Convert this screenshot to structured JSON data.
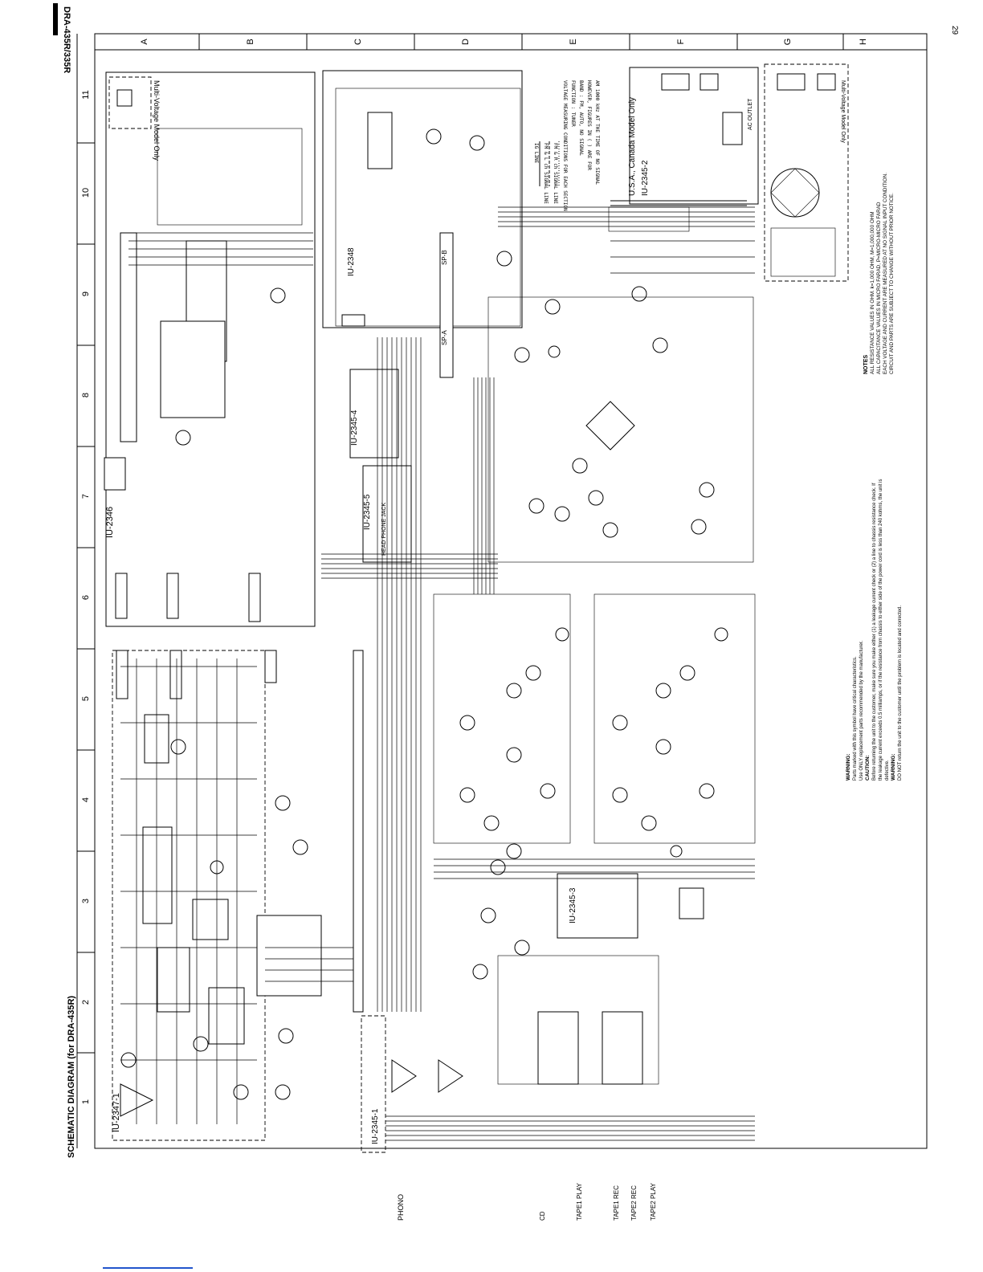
{
  "header": {
    "model_title": "DRA-435R/335R",
    "page_number": "29",
    "diagram_title": "SCHEMATIC DIAGRAM (for DRA-435R)"
  },
  "grid": {
    "columns": [
      "A",
      "B",
      "C",
      "D",
      "E",
      "F",
      "G",
      "H"
    ],
    "rows": [
      "1",
      "2",
      "3",
      "4",
      "5",
      "6",
      "7",
      "8",
      "9",
      "10",
      "11"
    ]
  },
  "boards": {
    "iu_2347_1": "IU-2347-1",
    "iu_2346": "IU-2346",
    "iu_2348": "IU-2348",
    "iu_2345_1": "IU-2345-1",
    "iu_2345_2": "IU-2345-2",
    "iu_2345_3": "IU-2345-3",
    "iu_2345_4": "IU-2345-4",
    "iu_2345_5": "IU-2345-5",
    "multi_voltage_only": "Multi-Voltage Model Only",
    "usa_canada_only": "U.S.A., Canada Model Only",
    "multi_voltage_only_2": "Multi-Voltage Model Only"
  },
  "legend": {
    "line1": "IG LINE",
    "line2": "FM & L ch SIGNAL LINE",
    "line3": "FM & R ch SIGNAL LINE",
    "line4": "VOLTAGE MEASURING CONDITIONS FOR EACH SECTION",
    "line5": "FUNCTION : TUNER",
    "line6": "BAND : FM, AUTO, NO SIGNAL",
    "line7": "HOWEVER, FIGURES IN ( ) ARE FOR",
    "line8": "AM 1000 kHz AT THE TIME OF NO SIGNAL"
  },
  "notes": {
    "heading": "NOTES",
    "line1": "ALL RESISTANCE VALUES IN OHM. k=1,000 OHM, M=1,000,000 OHM",
    "line2": "ALL CAPACITANCE VALUES IN MICRO FARAD, P=MICRO-MICRO FARAD",
    "line3": "EACH VOLTAGE AND CURRENT ARE MEASURED AT NO SIGNAL INPUT CONDITION.",
    "line4": "CIRCUIT AND PARTS ARE SUBJECT TO CHANGE WITHOUT PRIOR NOTICE."
  },
  "warnings": {
    "warning_heading": "WARNING:",
    "warning_line1": "Parts marked with this symbol have critical characteristics.",
    "warning_line2": "Use ONLY replacement parts recommended by the manufacturer.",
    "caution_heading": "CAUTION:",
    "caution_line1": "Before returning the unit to the customer, make sure you make either (1) a leakage current check or (2) a line to chassis resistance check. If",
    "caution_line2": "the leakage current exceeds 0.5 milliamps, or if the resistance from chassis to either side of the power cord is less than 240 kohms, the unit is",
    "caution_line3": "defective.",
    "warning2_heading": "WARNING:",
    "warning2_line1": "DO NOT return the unit to the customer until the problem is located and corrected."
  },
  "inputs": {
    "phono": "PHONO",
    "cd": "CD",
    "tape1_play": "TAPE1 PLAY",
    "tape2_play": "TAPE2 PLAY",
    "tape1_rec": "TAPE1 REC",
    "tape2_rec": "TAPE2 REC"
  },
  "outputs": {
    "sp_a": "SP-A",
    "sp_b": "SP-B",
    "head_phone": "HEAD PHONE JACK",
    "ac_outlet": "AC OUTLET"
  }
}
